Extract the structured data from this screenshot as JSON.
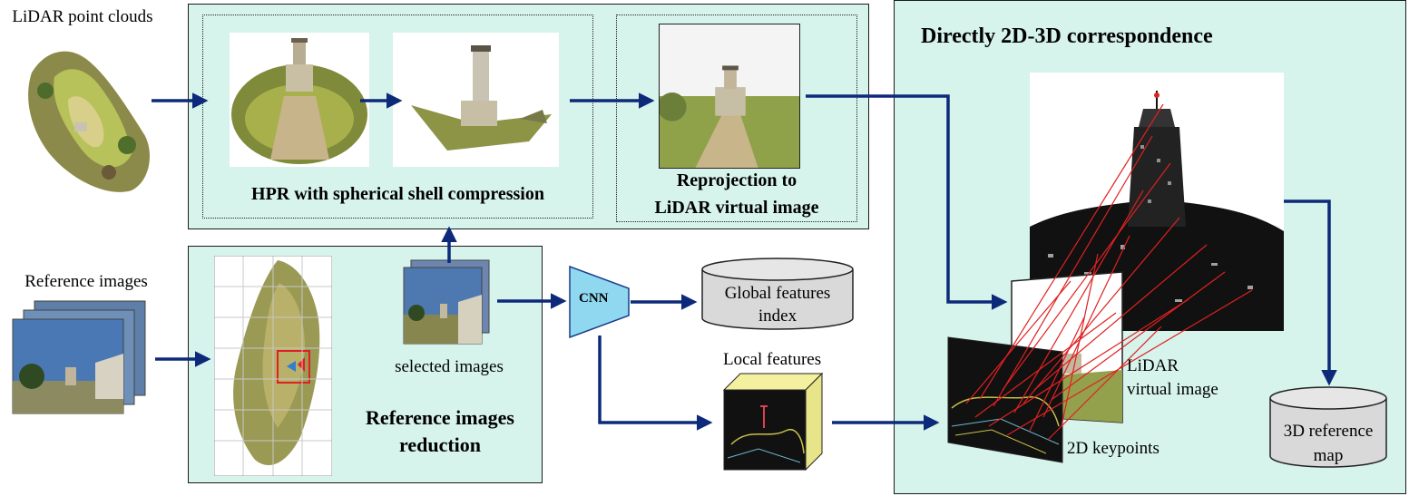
{
  "labels": {
    "lidar_point_clouds": "LiDAR point clouds",
    "reference_images": "Reference images",
    "hpr": "HPR with spherical shell compression",
    "reprojection_line1": "Reprojection to",
    "reprojection_line2": "LiDAR virtual image",
    "direct_title": "Directly 2D-3D correspondence",
    "selected_images": "selected images",
    "reduction_line1": "Reference images",
    "reduction_line2": "reduction",
    "cnn": "CNN",
    "global_line1": "Global features",
    "global_line2": "index",
    "local_features": "Local features",
    "lidar_virtual_line1": "LiDAR",
    "lidar_virtual_line2": "virtual image",
    "keypoints_2d": "2D keypoints",
    "ref_map_line1": "3D reference",
    "ref_map_line2": "map"
  },
  "colors": {
    "panel_fill": "#d6f3ec",
    "arrow": "#0d2a7a",
    "cnn_fill": "#8fd8f0",
    "cylinder_fill": "#d9d9d9",
    "cube_front": "#f3f0a0",
    "correspondence_line": "#e02020"
  }
}
